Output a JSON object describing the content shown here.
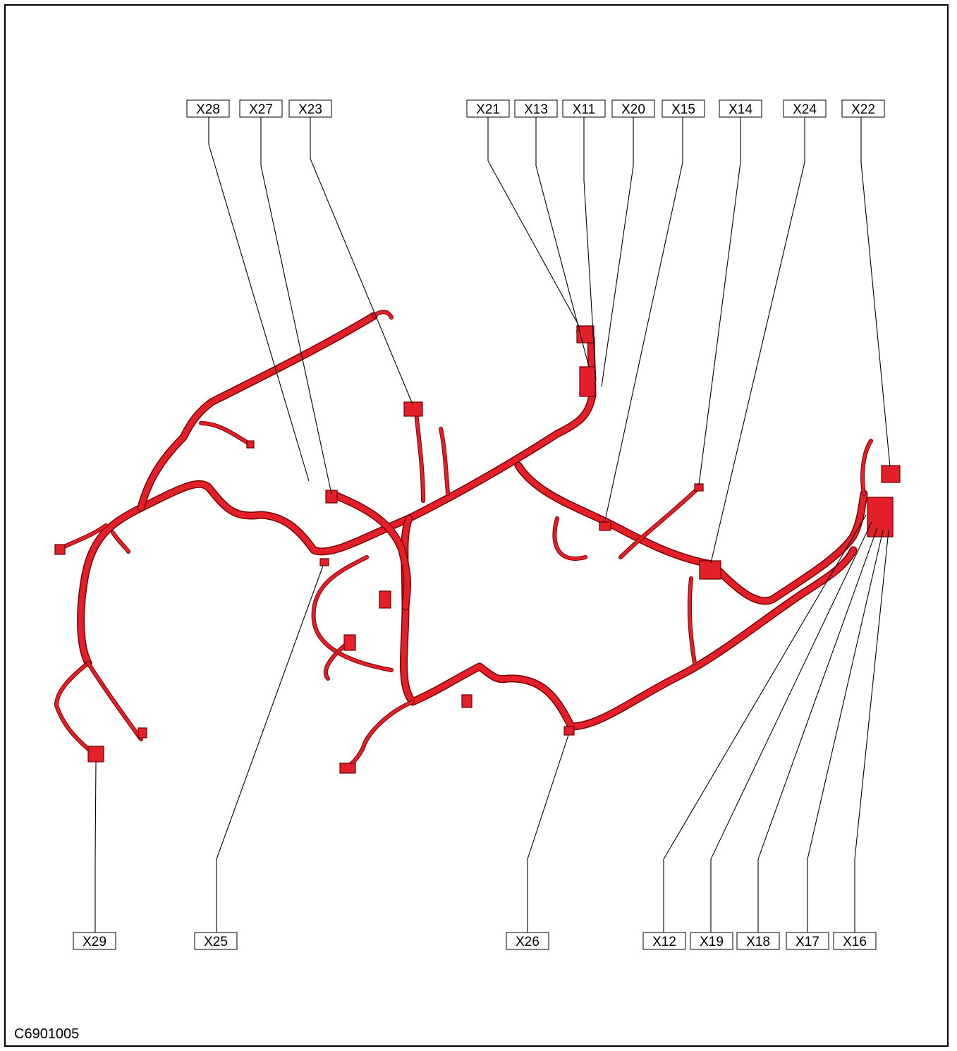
{
  "diagram": {
    "document_code": "C6901005",
    "accent_color": "#e3202a",
    "callouts_top": [
      "X28",
      "X27",
      "X23",
      "X21",
      "X13",
      "X11",
      "X20",
      "X15",
      "X14",
      "X24",
      "X22"
    ],
    "callouts_bottom": [
      "X29",
      "X25",
      "X26",
      "X12",
      "X19",
      "X18",
      "X17",
      "X16"
    ]
  }
}
